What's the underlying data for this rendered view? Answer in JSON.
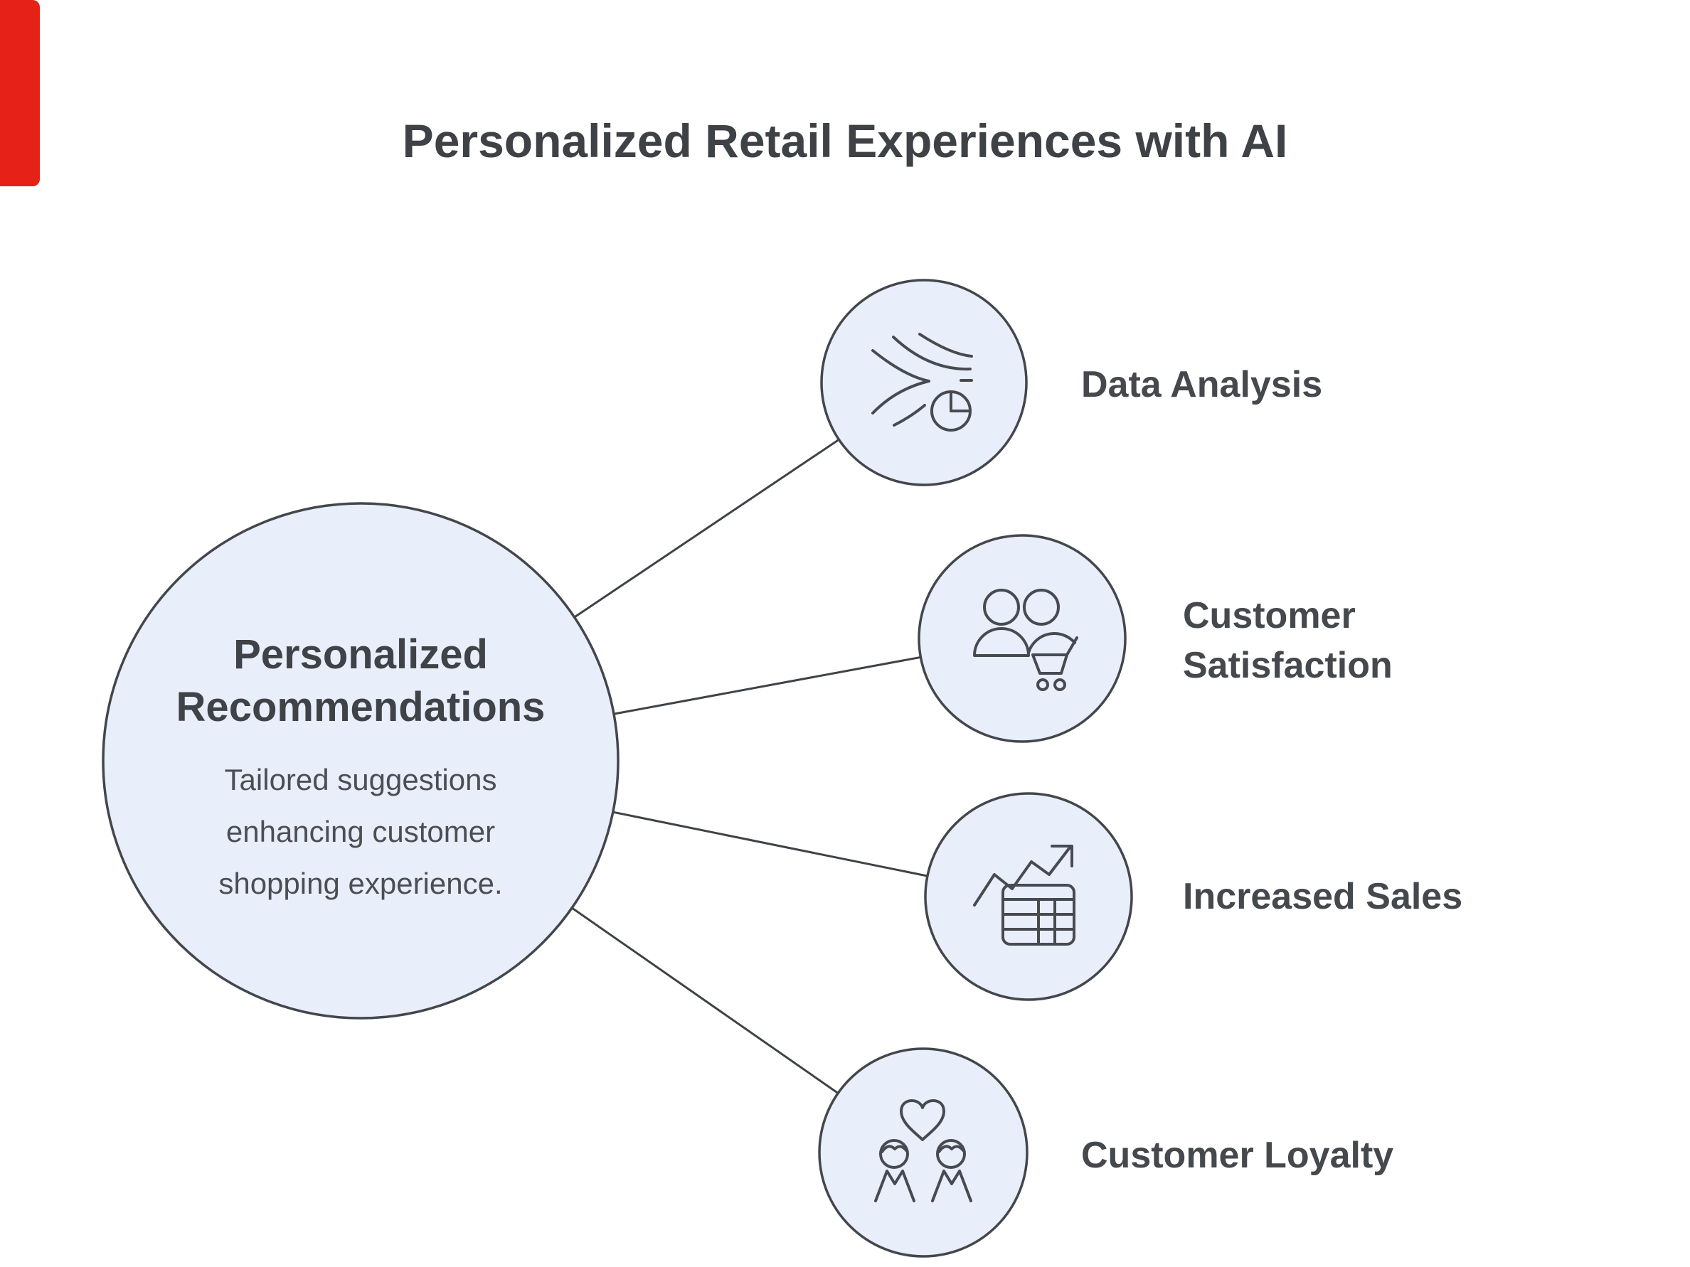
{
  "title": "Personalized Retail Experiences with AI",
  "center_node": {
    "title": "Personalized Recommendations",
    "description": "Tailored suggestions enhancing customer shopping experience."
  },
  "nodes": [
    {
      "label": "Data Analysis",
      "icon": "data-analysis-icon"
    },
    {
      "label": "Customer Satisfaction",
      "icon": "customer-satisfaction-icon"
    },
    {
      "label": "Increased Sales",
      "icon": "increased-sales-icon"
    },
    {
      "label": "Customer Loyalty",
      "icon": "customer-loyalty-icon"
    }
  ],
  "colors": {
    "background": "#ffffff",
    "node_fill": "#e9eefb",
    "node_stroke": "#43474c",
    "connector": "#3f4347",
    "icon_stroke": "#474b51",
    "text_primary": "#45484d",
    "text_secondary": "#4b4f54",
    "accent_red": "#e62117"
  }
}
